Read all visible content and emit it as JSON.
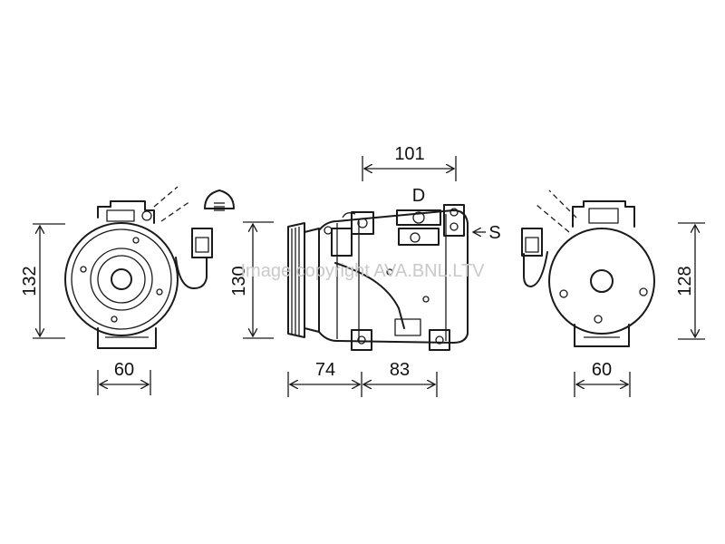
{
  "watermark": "Image copyright AVA.BNL.LTV",
  "labels": {
    "discharge": "D",
    "suction": "S"
  },
  "dimensions": {
    "left_height": "132",
    "left_width": "60",
    "middle_height": "130",
    "middle_top_width": "101",
    "middle_left_width": "74",
    "middle_right_width": "83",
    "right_height": "128",
    "right_width": "60"
  }
}
